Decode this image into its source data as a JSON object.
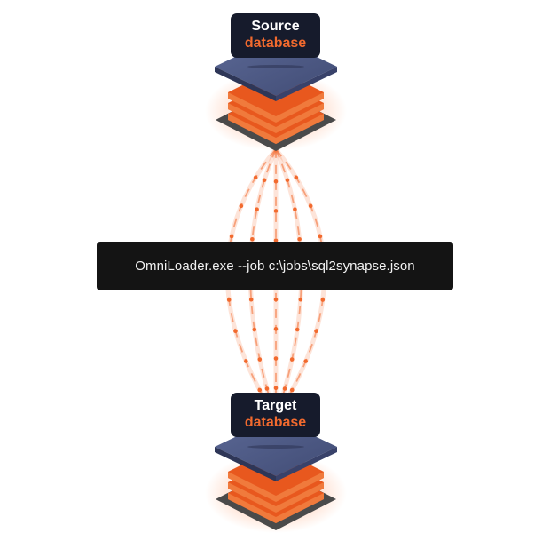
{
  "source": {
    "line1": "Source",
    "line2": "database"
  },
  "target": {
    "line1": "Target",
    "line2": "database"
  },
  "command": "OmniLoader.exe --job c:\\jobs\\sql2synapse.json",
  "colors": {
    "accent": "#f26a2e",
    "label_bg": "#161b2c",
    "command_bg": "#141414",
    "top_plate": "#4d5a86",
    "bottom_plate": "#4a4a4a",
    "layer_orange": "#e8581e"
  },
  "icons": [
    "database-stack-icon",
    "data-flow-lines"
  ]
}
